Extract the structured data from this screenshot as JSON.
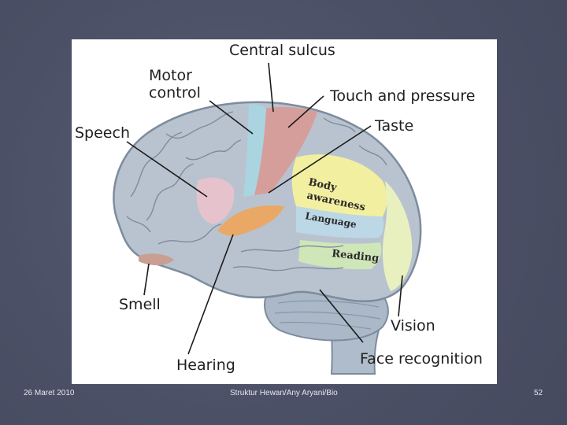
{
  "footer": {
    "date": "26 Maret 2010",
    "credit": "Struktur Hewan/Any Aryani/Bio",
    "page_number": "52"
  },
  "callouts": {
    "central_sulcus": "Central sulcus",
    "motor_control_line1": "Motor",
    "motor_control_line2": "control",
    "touch_pressure": "Touch and pressure",
    "speech": "Speech",
    "taste": "Taste",
    "smell": "Smell",
    "hearing": "Hearing",
    "vision": "Vision",
    "face_recognition": "Face recognition"
  },
  "regions": {
    "body_awareness_line1": "Body",
    "body_awareness_line2": "awareness",
    "language": "Language",
    "reading": "Reading"
  },
  "colors": {
    "slide_background": "#4d5268",
    "brain_gray": "#b9c3cf",
    "motor_strip": "#a9d4e0",
    "touch_strip": "#d99a93",
    "speech_area": "#e6c3cc",
    "hearing_area": "#e9a866",
    "body_awareness": "#f2efa0",
    "language_area": "#bcd7e6",
    "reading_area": "#cfe6b9",
    "vision_area": "#e9f0c0"
  }
}
